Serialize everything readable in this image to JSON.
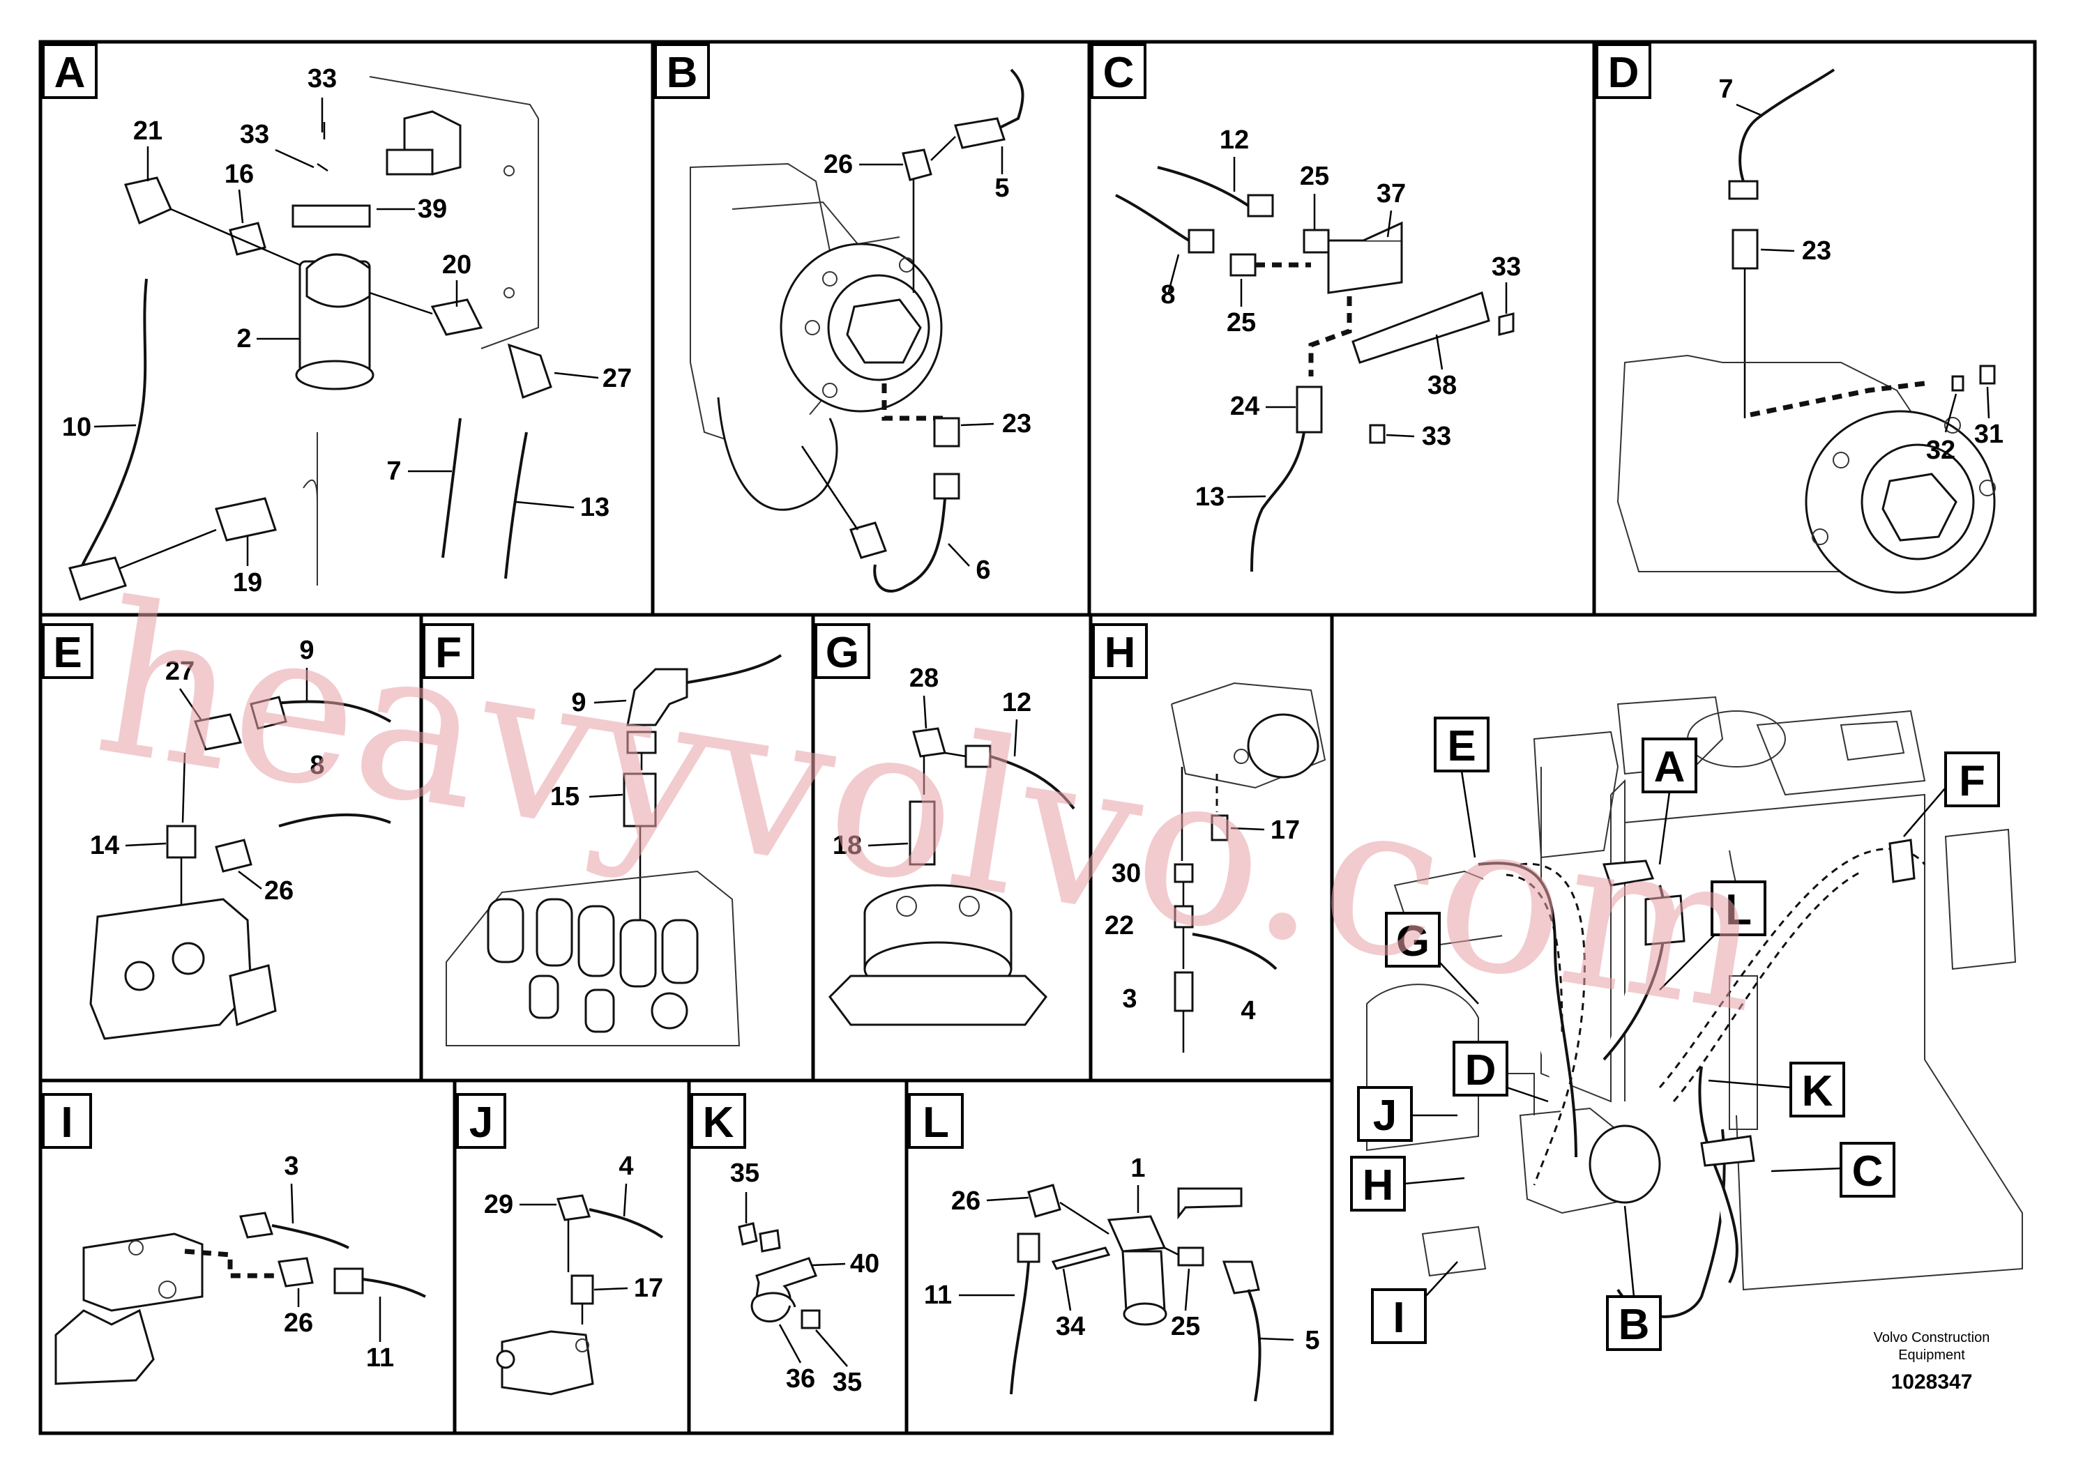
{
  "panels": [
    {
      "letter": "A",
      "callouts": [
        "33",
        "33",
        "21",
        "16",
        "39",
        "20",
        "2",
        "27",
        "10",
        "7",
        "13",
        "19"
      ]
    },
    {
      "letter": "B",
      "callouts": [
        "26",
        "5",
        "23",
        "6"
      ]
    },
    {
      "letter": "C",
      "callouts": [
        "12",
        "25",
        "37",
        "8",
        "25",
        "33",
        "38",
        "24",
        "33",
        "13"
      ]
    },
    {
      "letter": "D",
      "callouts": [
        "7",
        "23",
        "32",
        "31"
      ]
    },
    {
      "letter": "E",
      "callouts": [
        "9",
        "27",
        "8",
        "14",
        "26"
      ]
    },
    {
      "letter": "F",
      "callouts": [
        "9",
        "15"
      ]
    },
    {
      "letter": "G",
      "callouts": [
        "28",
        "12",
        "18"
      ]
    },
    {
      "letter": "H",
      "callouts": [
        "17",
        "30",
        "22",
        "3",
        "4"
      ]
    },
    {
      "letter": "I",
      "callouts": [
        "3",
        "26",
        "11"
      ]
    },
    {
      "letter": "J",
      "callouts": [
        "4",
        "29",
        "17"
      ]
    },
    {
      "letter": "K",
      "callouts": [
        "35",
        "40",
        "36",
        "35"
      ]
    },
    {
      "letter": "L",
      "callouts": [
        "1",
        "26",
        "11",
        "34",
        "25",
        "5"
      ]
    }
  ],
  "overview_labels": [
    "E",
    "A",
    "F",
    "G",
    "L",
    "D",
    "K",
    "J",
    "C",
    "H",
    "B",
    "I"
  ],
  "footer": {
    "brand_line1": "Volvo Construction",
    "brand_line2": "Equipment",
    "drawing_number": "1028347"
  },
  "watermark": "heavyvolvo.com"
}
